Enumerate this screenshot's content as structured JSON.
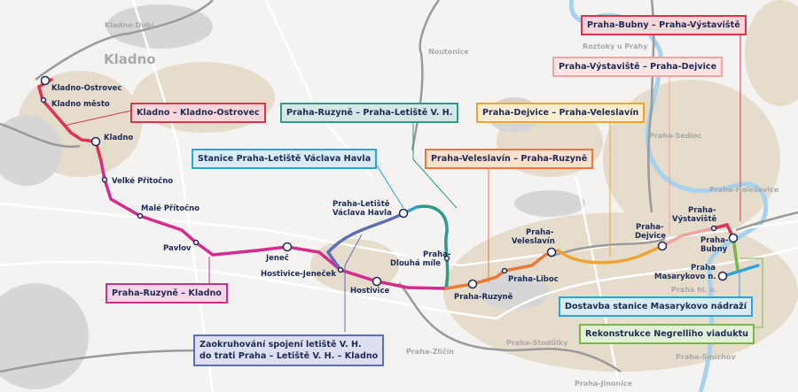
{
  "places": {
    "kladno_city": "Kladno",
    "kladno_dubi": "Kladno-Dubí",
    "noutonice": "Noutonice",
    "roztoky": "Roztoky u Prahy",
    "sedlec": "Praha-Sedlec",
    "holesovice": "Praha-Holešovice",
    "hl_n": "Praha hl. n.",
    "stodulky": "Praha-Stodůlky",
    "zlicin": "Praha-Zličín",
    "smichov": "Praha-Smíchov",
    "jinonice": "Praha-Jinonice"
  },
  "stations": {
    "kladno_ostrovec": "Kladno-Ostrovec",
    "kladno_mesto": "Kladno město",
    "kladno": "Kladno",
    "velke_pritocno": "Velké Přítočno",
    "male_pritocno": "Malé Přítočno",
    "pavlov": "Pavlov",
    "jenec": "Jeneč",
    "hostivice_jenecek": "Hostivice-Jeneček",
    "hostivice": "Hostivice",
    "letiste_1": "Praha-Letiště",
    "letiste_2": "Václava Havla",
    "dlouha_1": "Praha-",
    "dlouha_2": "Dlouhá míle",
    "ruzyne": "Praha-Ruzyně",
    "liboc": "Praha-Liboc",
    "veleslavin_1": "Praha-",
    "veleslavin_2": "Veleslavín",
    "dejvice_1": "Praha-",
    "dejvice_2": "Dejvice",
    "vystaviste_1": "Praha-",
    "vystaviste_2": "Výstaviště",
    "bubny_1": "Praha-",
    "bubny_2": "Bubny",
    "masarykovo_1": "Praha",
    "masarykovo_2": "Masarykovo n."
  },
  "sections": [
    {
      "label": "Kladno – Kladno-Ostrovec",
      "color": "#e0314f",
      "bg": "#f8d6da"
    },
    {
      "label": "Praha-Ruzyně – Praha-Letiště V. H.",
      "color": "#2a9a8a",
      "bg": "#d5e8e6"
    },
    {
      "label": "Stanice Praha-Letiště Václava Havla",
      "color": "#2ea3d8",
      "bg": "#d6ecf7"
    },
    {
      "label": "Praha-Veleslavín – Praha-Ruzyně",
      "color": "#e8793a",
      "bg": "#fadfcf"
    },
    {
      "label": "Praha-Dejvice – Praha-Veleslavín",
      "color": "#eea530",
      "bg": "#fbecd2"
    },
    {
      "label": "Praha-Výstaviště – Praha-Dejvice",
      "color": "#f2a3a0",
      "bg": "#fbe6e5"
    },
    {
      "label": "Praha-Bubny – Praha-Výstaviště",
      "color": "#e0314f",
      "bg": "#f8d6da"
    },
    {
      "label": "Praha-Ruzyně – Kladno",
      "color": "#d42b8c",
      "bg": "#f6d5e7"
    },
    {
      "label_1": "Zaokruhování spojení letiště V. H.",
      "label_2": "do trati Praha – Letiště V. H. – Kladno",
      "color": "#5f6db5",
      "bg": "#dcdff0"
    },
    {
      "label": "Dostavba stanice Masarykovo nádraží",
      "color": "#2ea3d8",
      "bg": "#d6ecf7"
    },
    {
      "label": "Rekonstrukce Negrelliho viaduktu",
      "color": "#7ab648",
      "bg": "#e3f0d8"
    }
  ]
}
